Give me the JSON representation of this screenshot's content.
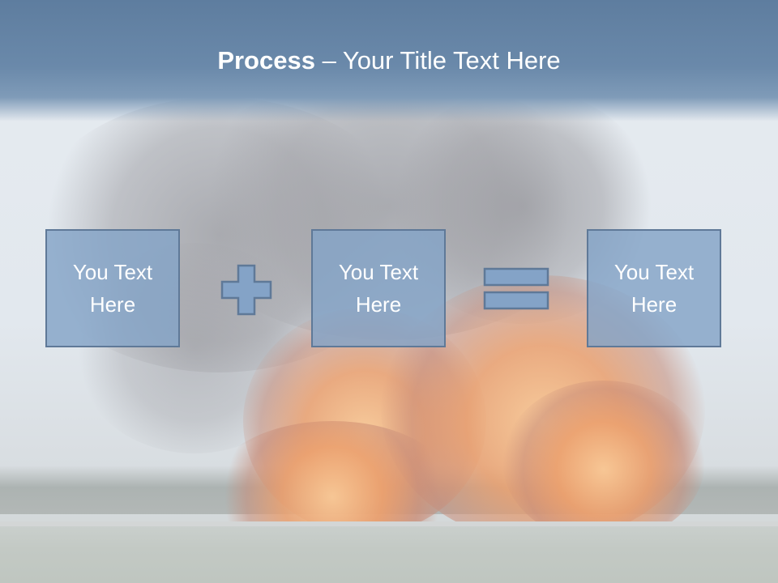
{
  "title": {
    "bold": "Process",
    "rest": " – Your Title Text Here"
  },
  "boxes": [
    {
      "text": "You Text Here"
    },
    {
      "text": "You Text Here"
    },
    {
      "text": "You Text Here"
    }
  ],
  "operators": [
    "plus-icon",
    "equals-icon"
  ],
  "colors": {
    "header": "#6a89aa",
    "box_fill": "#84a3c7",
    "box_border": "#5f7998",
    "text": "#ffffff"
  }
}
